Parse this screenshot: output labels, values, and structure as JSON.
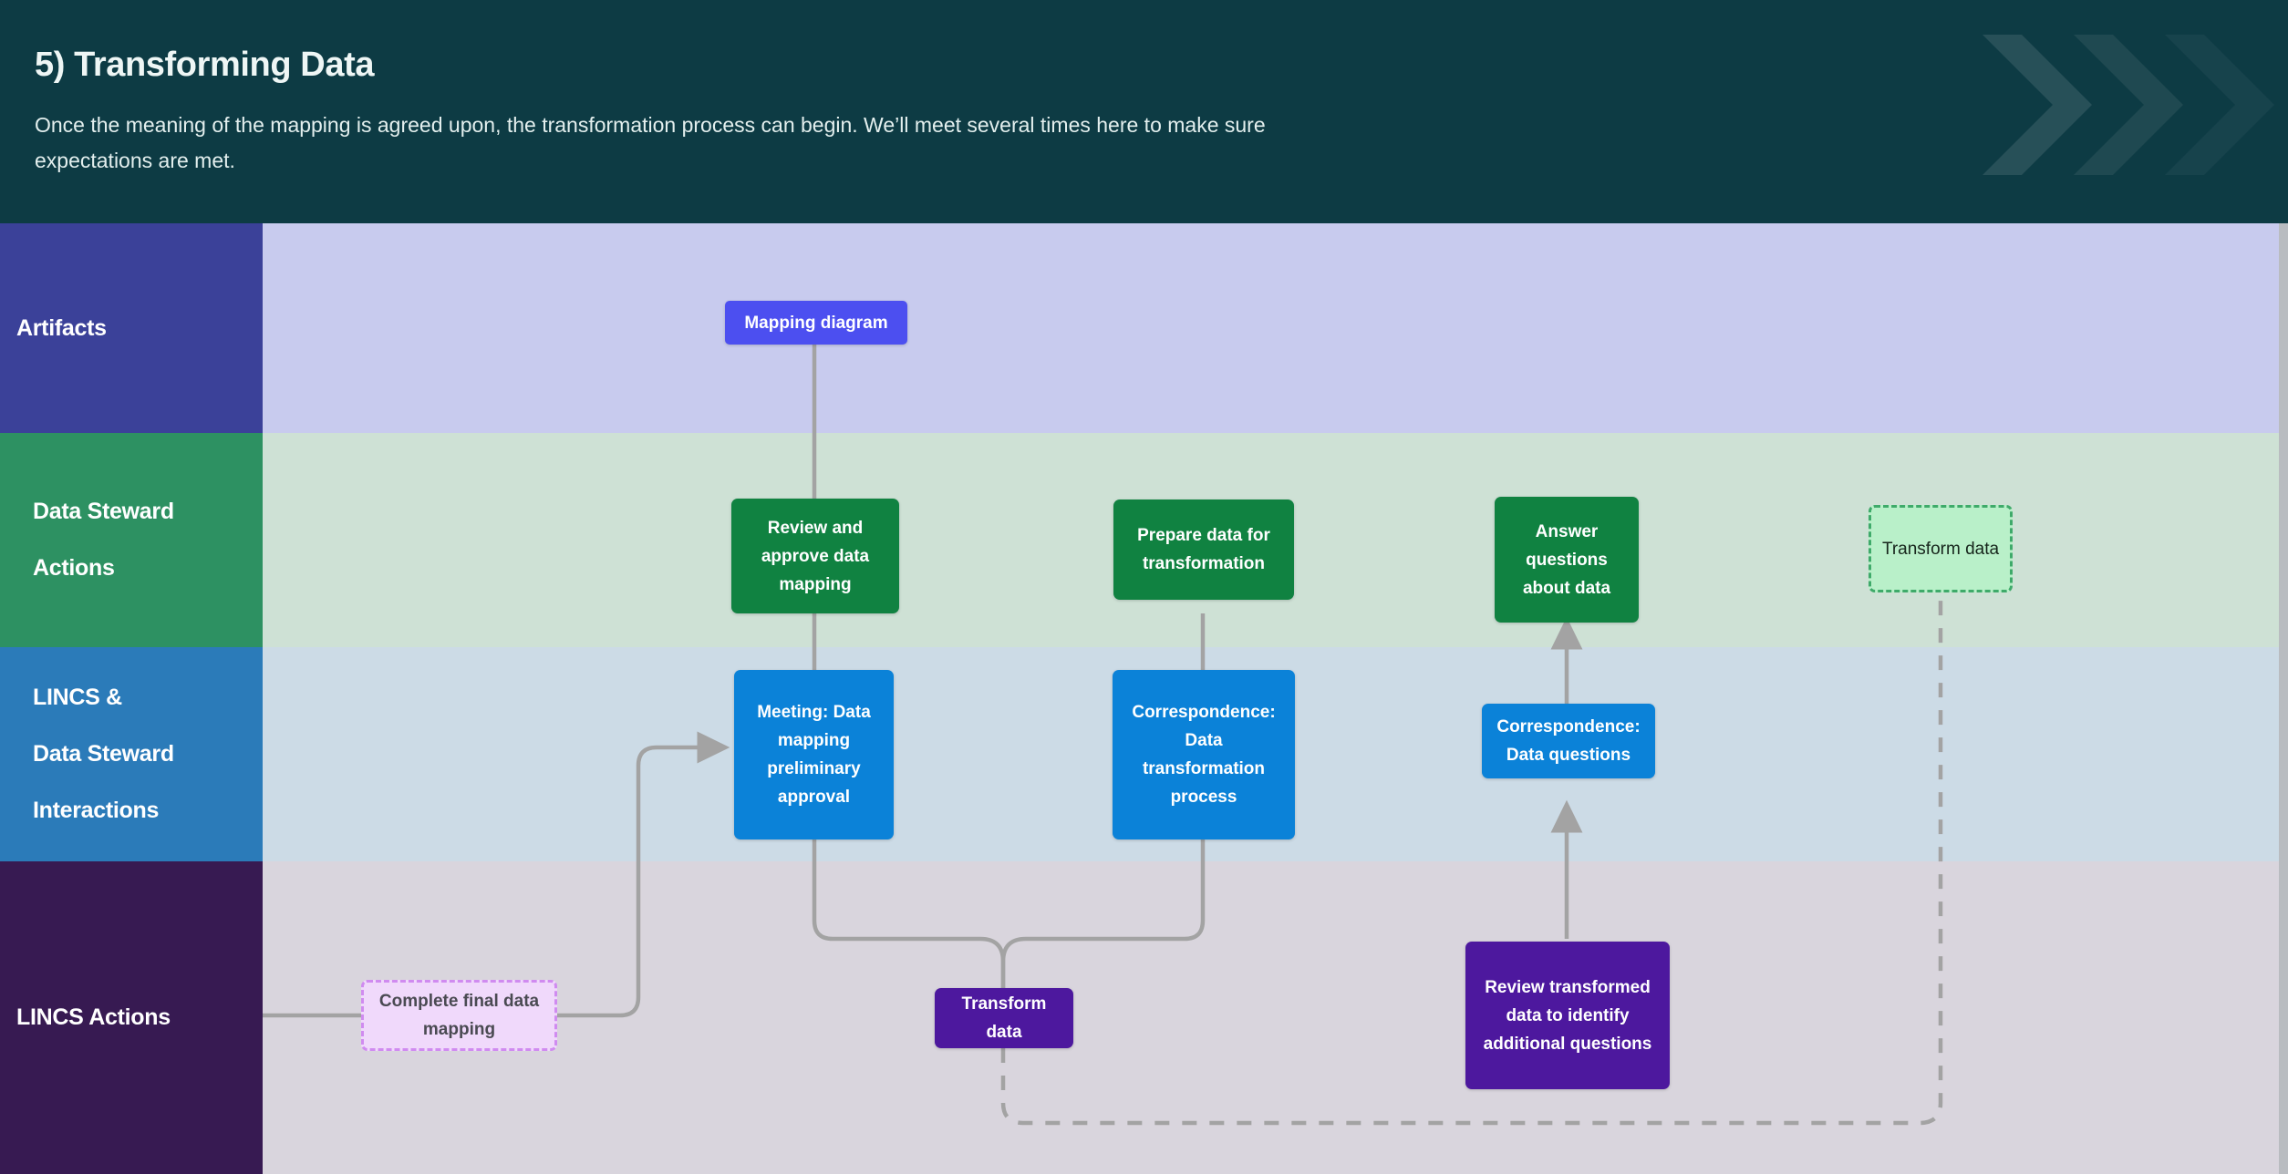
{
  "header": {
    "title": "5) Transforming Data",
    "subtitle": "Once the meaning of the mapping is agreed upon, the transformation process can begin. We’ll meet several times here to make sure expectations are met.",
    "background_color": "#0d3b44",
    "title_color": "#eef6f5",
    "decoration_icon": "double-chevron-right-icon",
    "decoration_count": 3
  },
  "lanes": [
    {
      "id": "artifacts",
      "label": "Artifacts",
      "label_color": "#3b4199",
      "body_color": "#c8cbee"
    },
    {
      "id": "steward",
      "label": "Data Steward\nActions",
      "label_line1": "Data Steward",
      "label_line2": "Actions",
      "label_color": "#2d9162",
      "body_color": "#cee1d5"
    },
    {
      "id": "interactions",
      "label_line1": "LINCS &",
      "label_line2": "Data Steward",
      "label_line3": "Interactions",
      "label_color": "#2b7bb9",
      "body_color": "#ccdbe6"
    },
    {
      "id": "lincs",
      "label": "LINCS Actions",
      "label_color": "#371a52",
      "body_color": "#d9d5dd"
    }
  ],
  "nodes": {
    "mapping_diagram": {
      "label": "Mapping diagram",
      "lane": "artifacts",
      "style": "solid",
      "color": "#4c4ff0"
    },
    "review_approve": {
      "label": "Review and approve data mapping",
      "lane": "steward",
      "style": "solid",
      "color": "#108241"
    },
    "prepare_data": {
      "label": "Prepare data for transformation",
      "lane": "steward",
      "style": "solid",
      "color": "#108241"
    },
    "answer_questions": {
      "label": "Answer questions about data",
      "lane": "steward",
      "style": "solid",
      "color": "#108241"
    },
    "transform_data_steward": {
      "label": "Transform data",
      "lane": "steward",
      "style": "dashed",
      "color": "#b9f0c9"
    },
    "meeting_approval": {
      "label": "Meeting: Data mapping preliminary approval",
      "lane": "interactions",
      "style": "solid",
      "color": "#0b82d8"
    },
    "correspondence_process": {
      "label": "Correspondence: Data transformation process",
      "lane": "interactions",
      "style": "solid",
      "color": "#0b82d8"
    },
    "correspondence_questions": {
      "label": "Correspondence: Data questions",
      "lane": "interactions",
      "style": "solid",
      "color": "#0b82d8"
    },
    "complete_mapping": {
      "label": "Complete final data mapping",
      "lane": "lincs",
      "style": "dashed",
      "color": "#f0d9fb"
    },
    "transform_data_lincs": {
      "label": "Transform data",
      "lane": "lincs",
      "style": "solid",
      "color": "#4d189e"
    },
    "review_transformed": {
      "label": "Review transformed data to identify additional questions",
      "lane": "lincs",
      "style": "solid",
      "color": "#4d189e"
    }
  },
  "edge_color": "#a3a3a3"
}
